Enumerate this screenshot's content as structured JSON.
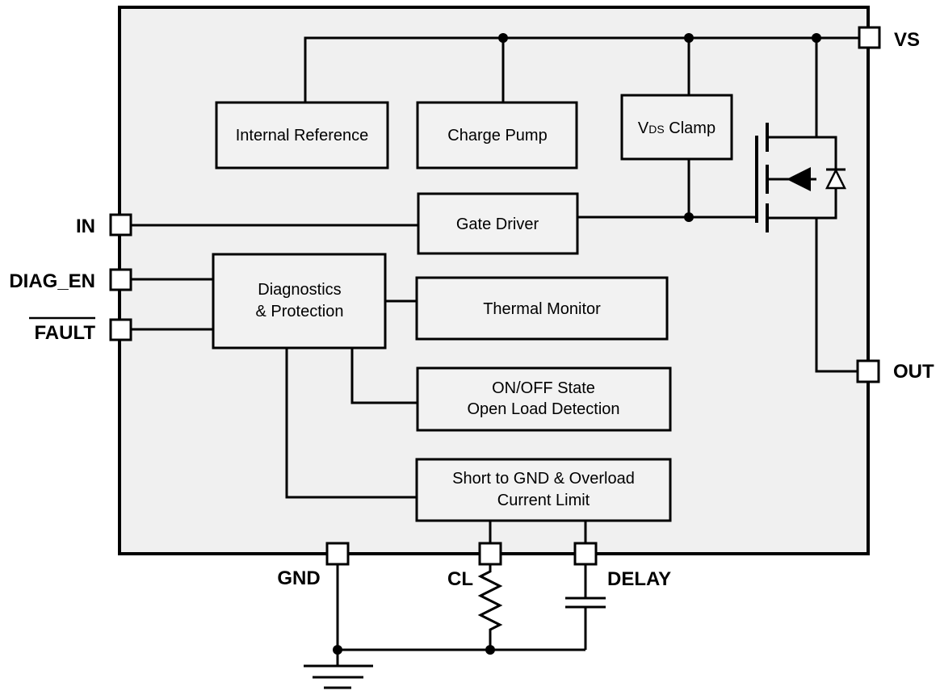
{
  "pins": {
    "vs": "VS",
    "in": "IN",
    "diag_en": "DIAG_EN",
    "fault": "FAULT",
    "out": "OUT",
    "gnd": "GND",
    "cl": "CL",
    "delay": "DELAY"
  },
  "blocks": {
    "internal_reference": "Internal Reference",
    "charge_pump": "Charge Pump",
    "vds_clamp_v": "V",
    "vds_clamp_sub": "DS",
    "vds_clamp_rest": " Clamp",
    "gate_driver": "Gate Driver",
    "diag_line1": "Diagnostics",
    "diag_line2": "& Protection",
    "thermal_monitor": "Thermal Monitor",
    "open_load_line1": "ON/OFF State",
    "open_load_line2": "Open Load Detection",
    "short_line1": "Short to GND & Overload",
    "short_line2": "Current Limit"
  }
}
